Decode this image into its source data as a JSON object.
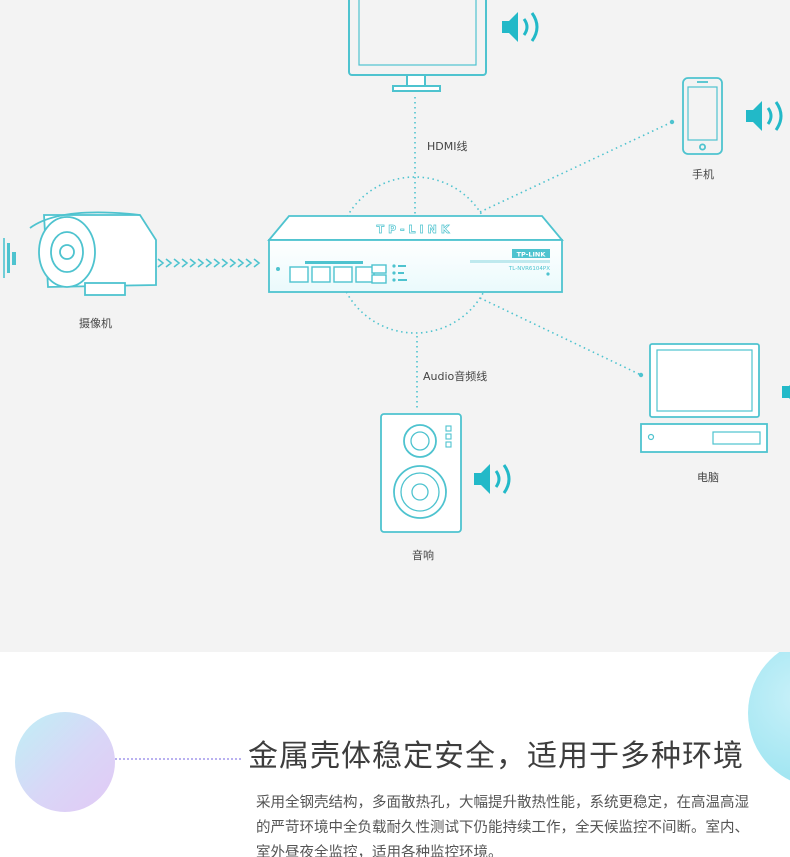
{
  "diagram": {
    "labels": {
      "hdmi_cable": "HDMI线",
      "phone": "手机",
      "camera": "摄像机",
      "audio_cable": "Audio音频线",
      "computer": "电脑",
      "speaker": "音响"
    },
    "nvr": {
      "brand": "TP-LINK",
      "badge": "TP-LINK",
      "model": "TL-NVR6104PX"
    },
    "colors": {
      "line_art": "#4ec3cf",
      "sound_wave": "#22b9c8",
      "background": "#f3f3f3"
    },
    "icons": [
      "monitor-icon",
      "phone-icon",
      "camera-icon",
      "nvr-icon",
      "computer-icon",
      "speaker-icon",
      "sound-wave-icon"
    ]
  },
  "feature": {
    "title": "金属壳体稳定安全，适用于多种环境",
    "description": "采用全钢壳结构，多面散热孔，大幅提升散热性能，系统更稳定，在高温高湿的严苛环境中全负载耐久性测试下仍能持续工作，全天候监控不间断。室内、室外昼夜全监控，适用各种监控环境。"
  }
}
